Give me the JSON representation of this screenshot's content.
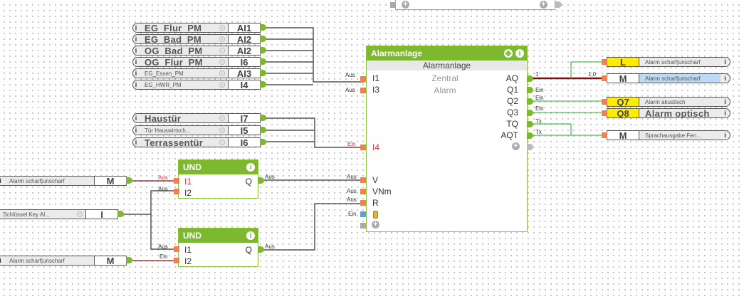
{
  "top_block": {},
  "inputs_group1": [
    {
      "name": "EG_Flur_PM",
      "addr": "AI1",
      "size": "big"
    },
    {
      "name": "EG_Bad_PM",
      "addr": "AI2",
      "size": "big"
    },
    {
      "name": "OG_Bad_PM",
      "addr": "AI2",
      "size": "big"
    },
    {
      "name": "OG_Flur_PM",
      "addr": "I6",
      "size": "big"
    },
    {
      "name": "EG_Essen_PM",
      "addr": "AI3",
      "size": "small"
    },
    {
      "name": "EG_HWR_PM",
      "addr": "I4",
      "size": "small"
    }
  ],
  "inputs_group2": [
    {
      "name": "Haustür",
      "addr": "I7",
      "size": "big"
    },
    {
      "name": "Tür Hauswirtsch...",
      "addr": "I5",
      "size": "small"
    },
    {
      "name": "Terrassentür",
      "addr": "I6",
      "size": "big"
    }
  ],
  "left_inputs": [
    {
      "name": "Alarm scharf|unscharf",
      "addr": "M"
    },
    {
      "name": "Schlüssel Key Al...",
      "addr": "I"
    },
    {
      "name": "Alarm scharf|unscharf",
      "addr": "M"
    }
  ],
  "alarm_block": {
    "title": "Alarmanlage",
    "subtitle": "Alarmanlage",
    "line2": "Zentral",
    "line3": "Alarm",
    "inputs": [
      "I1",
      "I3",
      "I4",
      "V",
      "VNm",
      "R"
    ],
    "outputs": [
      "AQ",
      "Q1",
      "Q2",
      "Q3",
      "TQ",
      "AQT"
    ]
  },
  "und_blocks": [
    {
      "title": "UND",
      "inputs": [
        "I1",
        "I2"
      ],
      "output": "Q"
    },
    {
      "title": "UND",
      "inputs": [
        "I1",
        "I2"
      ],
      "output": "Q"
    }
  ],
  "outputs": [
    {
      "addr": "L",
      "name": "Alarm scharf|unscharf",
      "yellow": true,
      "size": "small"
    },
    {
      "addr": "M",
      "name": "Alarm scharf|unscharf",
      "yellow": false,
      "size": "small",
      "highlight": true
    },
    {
      "addr": "Q7",
      "name": "Alarm akustisch",
      "yellow": true,
      "size": "small"
    },
    {
      "addr": "Q8",
      "name": "Alarm optisch",
      "yellow": true,
      "size": "big"
    },
    {
      "addr": "M",
      "name": "Sprachausgabe Fen...",
      "yellow": false,
      "size": "small"
    }
  ],
  "wire_labels": {
    "aus": "Aus",
    "ein": "Ein",
    "tx": "Tx",
    "aq_start": "1",
    "aq_end": "1,0"
  },
  "icons": {
    "info": "i",
    "plus": "+",
    "move": "⊕"
  }
}
